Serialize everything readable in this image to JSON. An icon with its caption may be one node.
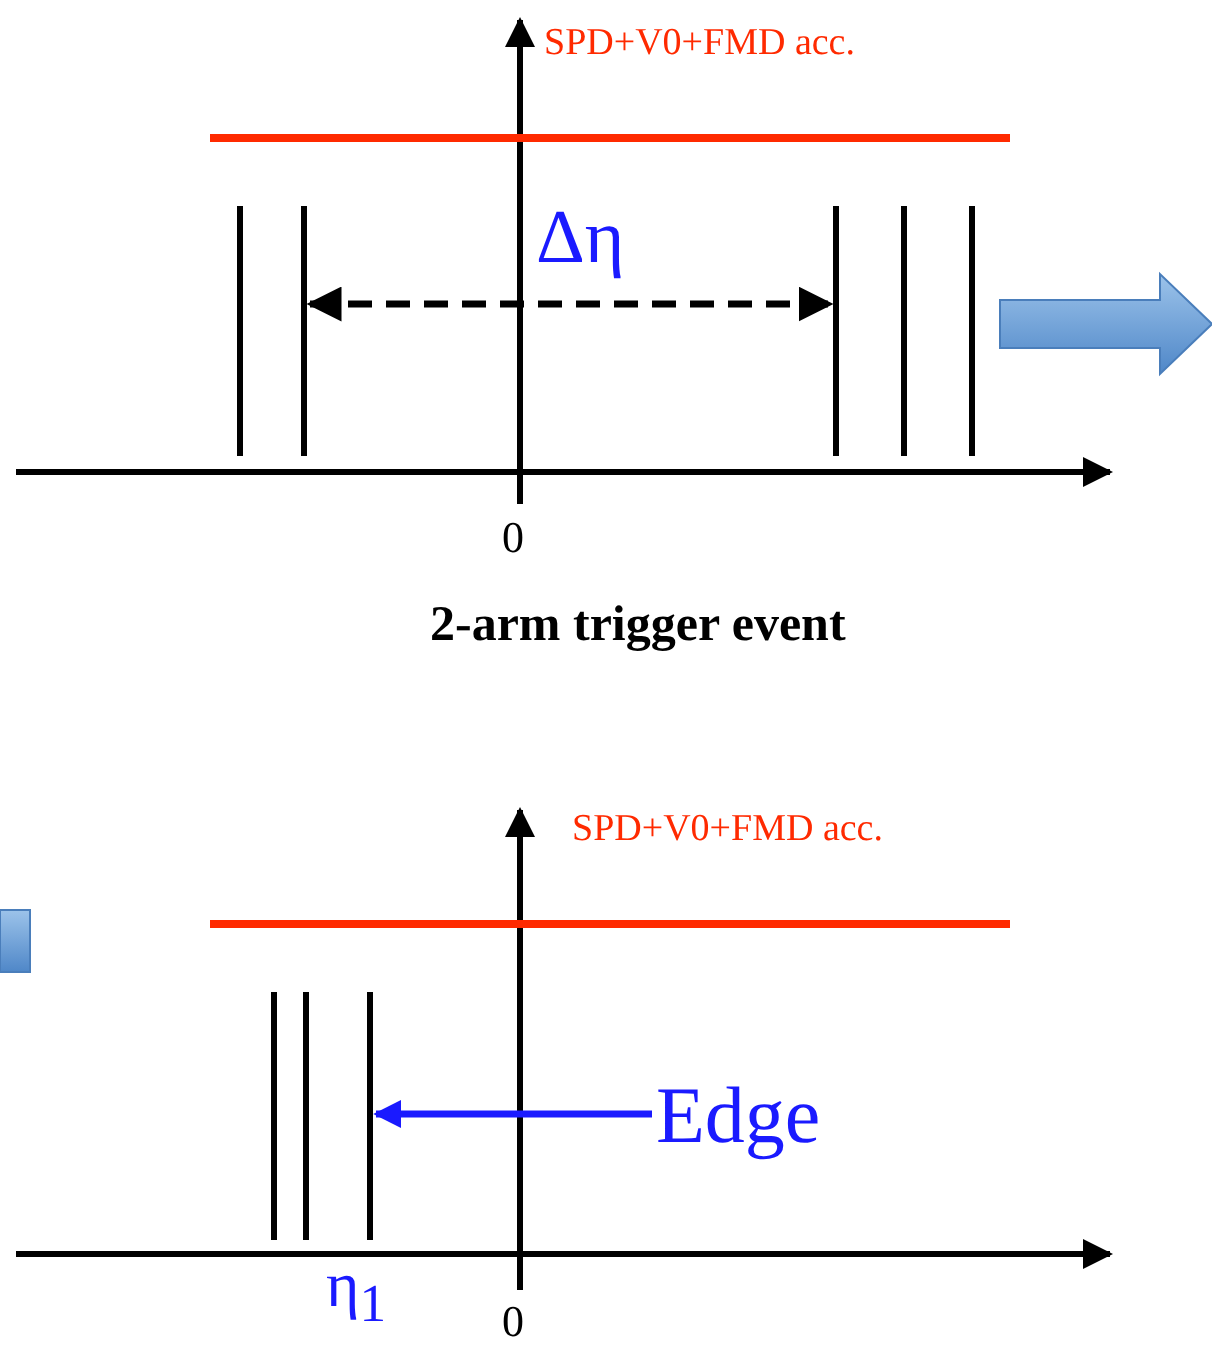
{
  "diagram": {
    "nodes": [
      {
        "text": [
          "Edge"
        ]
      },
      {
        "text": [],
        "shape": "bar"
      }
    ],
    "edges": [
      {
        "from": 0,
        "to": 1,
        "arrow": "to"
      }
    ],
    "labels": [
      "SPD+V0+FMD acc.",
      "Δη",
      "0",
      "2-arm trigger event",
      "SPD+V0+FMD acc.",
      "η$_{1}$",
      "0"
    ]
  }
}
